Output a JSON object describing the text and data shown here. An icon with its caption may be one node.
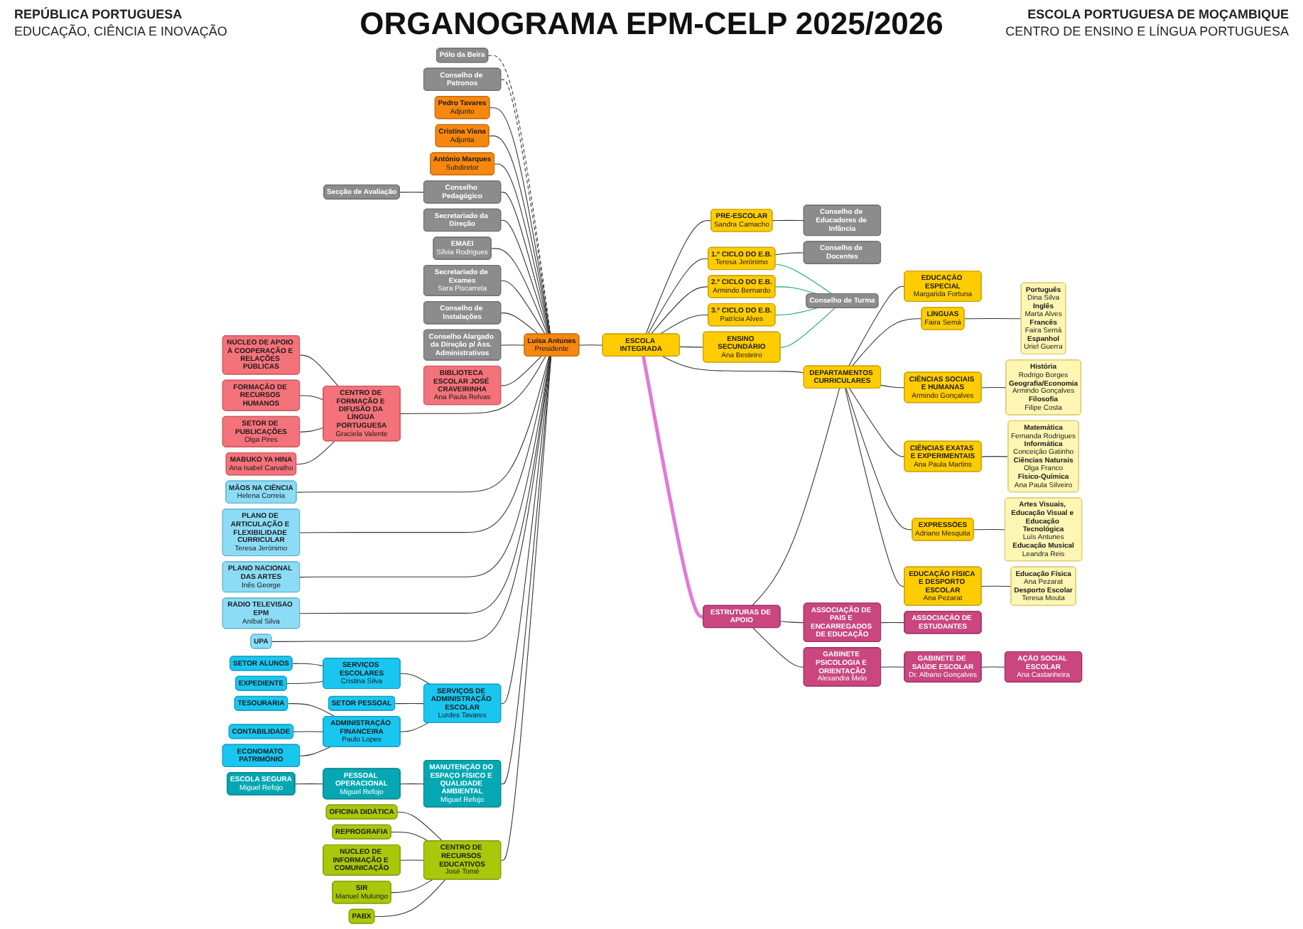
{
  "diagram": {
    "title": "ORGANOGRAMA EPM-CELP 2025/2026",
    "nodes": [
      {
        "text": [
          "Pólo da Beira"
        ]
      },
      {
        "text": [
          "Conselho de Patronos"
        ]
      },
      {
        "text": [
          "Luísa Antunes",
          "Presidente"
        ]
      },
      {
        "text": [
          "Pedro Tavares",
          "Adjunto"
        ]
      },
      {
        "text": [
          "Cristina Viana",
          "Adjunta"
        ]
      },
      {
        "text": [
          "António Marques",
          "Subdiretor"
        ]
      },
      {
        "text": [
          "Conselho Pedagógico"
        ]
      },
      {
        "text": [
          "Secção de Avaliação"
        ]
      },
      {
        "text": [
          "Secretariado da Direção"
        ]
      },
      {
        "text": [
          "EMAEI",
          "Sílvia Rodrigues"
        ]
      },
      {
        "text": [
          "Secretariado de Exames",
          "Sara Piscarreta"
        ]
      },
      {
        "text": [
          "Conselho de Instalações"
        ]
      },
      {
        "text": [
          "Conselho Alargado da Direção p/ Ass. Administrativos"
        ]
      },
      {
        "text": [
          "ESCOLA INTEGRADA"
        ]
      },
      {
        "text": [
          "PRÉ-ESCOLAR",
          "Sandra Camacho"
        ]
      },
      {
        "text": [
          "1.º CICLO DO E.B.",
          "Teresa Jerónimo"
        ]
      },
      {
        "text": [
          "2.º CICLO DO E.B.",
          "Armindo Bernardo"
        ]
      },
      {
        "text": [
          "3.º CICLO DO E.B.",
          "Patrícia Alves"
        ]
      },
      {
        "text": [
          "ENSINO SECUNDÁRIO",
          "Ana Besteiro"
        ]
      },
      {
        "text": [
          "Conselho de Educadores de Infância"
        ]
      },
      {
        "text": [
          "Conselho de Docentes"
        ]
      },
      {
        "text": [
          "Conselho de Turma"
        ]
      },
      {
        "text": [
          "BIBLIOTECA ESCOLAR JOSÉ CRAVEIRINHA",
          "Ana Paula Relvas"
        ]
      },
      {
        "text": [
          "CENTRO DE FORMAÇÃO E DIFUSÃO DA LÍNGUA PORTUGUESA",
          "Graciela Valente"
        ]
      },
      {
        "text": [
          "NÚCLEO DE APOIO À COOPERAÇÃO E RELAÇÕES PÚBLICAS"
        ]
      },
      {
        "text": [
          "FORMAÇÃO DE RECURSOS HUMANOS"
        ]
      },
      {
        "text": [
          "SETOR DE PUBLICAÇÕES",
          "Olga Pires"
        ]
      },
      {
        "text": [
          "MABUKO YA HINA",
          "Ana Isabel Carvalho"
        ]
      },
      {
        "text": [
          "MÃOS NA CIÊNCIA",
          "Helena Correia"
        ]
      },
      {
        "text": [
          "PLANO DE ARTICULAÇÃO E FLEXIBILIDADE CURRICULAR",
          "Teresa Jerónimo"
        ]
      },
      {
        "text": [
          "PLANO NACIONAL DAS ARTES",
          "Inês George"
        ]
      },
      {
        "text": [
          "RÁDIO TELEVISÃO EPM",
          "Aníbal Silva"
        ]
      },
      {
        "text": [
          "UPA"
        ]
      },
      {
        "text": [
          "DEPARTAMENTOS CURRICULARES"
        ]
      },
      {
        "text": [
          "EDUCAÇÃO ESPECIAL",
          "Margarida Fortuna"
        ]
      },
      {
        "text": [
          "LÍNGUAS",
          "Faira Semá"
        ]
      },
      {
        "text": [
          "CIÊNCIAS SOCIAIS E HUMANAS",
          "Armindo Gonçalves"
        ]
      },
      {
        "text": [
          "CIÊNCIAS EXATAS E EXPERIMENTAIS",
          "Ana Paula Martins"
        ]
      },
      {
        "text": [
          "EXPRESSÕES",
          "Adriano Mesquita"
        ]
      },
      {
        "text": [
          "EDUCAÇÃO FÍSICA E DESPORTO ESCOLAR",
          "Ana Pezarat"
        ]
      },
      {
        "text": [
          "Português",
          "Dina Silva",
          "Inglês",
          "Marta Alves",
          "Francês",
          "Faira Semá",
          "Espanhol",
          "Uriel Guerra"
        ]
      },
      {
        "text": [
          "História",
          "Rodrigo Borges",
          "Geografia/Economia",
          "Armindo Gonçalves",
          "Filosofia",
          "Filipe Costa"
        ]
      },
      {
        "text": [
          "Matemática",
          "Fernanda Rodrigues",
          "Informática",
          "Conceição Gatinho",
          "Ciências Naturais",
          "Olga Franco",
          "Físico-Química",
          "Ana Paula Silveiro"
        ]
      },
      {
        "text": [
          "Artes Visuais, Educação Visual e Educação Tecnológica",
          "Luís Antunes",
          "Educação Musical",
          "Leandra Reis"
        ]
      },
      {
        "text": [
          "Educação Física",
          "Ana Pezarat",
          "Desporto Escolar",
          "Teresa Mouta"
        ]
      },
      {
        "text": [
          "SERVIÇOS DE ADMINISTRAÇÃO ESCOLAR",
          "Lurdes Tavares"
        ]
      },
      {
        "text": [
          "SERVIÇOS ESCOLARES",
          "Cristina Silva"
        ]
      },
      {
        "text": [
          "SETOR ALUNOS"
        ]
      },
      {
        "text": [
          "EXPEDIENTE"
        ]
      },
      {
        "text": [
          "SETOR PESSOAL"
        ]
      },
      {
        "text": [
          "ADMINISTRAÇÃO FINANCEIRA",
          "Paulo Lopes"
        ]
      },
      {
        "text": [
          "TESOURARIA"
        ]
      },
      {
        "text": [
          "CONTABILIDADE"
        ]
      },
      {
        "text": [
          "ECONOMATO PATRIMÓNIO"
        ]
      },
      {
        "text": [
          "ESTRUTURAS DE APOIO"
        ]
      },
      {
        "text": [
          "ASSOCIAÇÃO DE PAIS E ENCARREGADOS DE EDUCAÇÃO"
        ]
      },
      {
        "text": [
          "GABINETE PSICOLOGIA E ORIENTAÇÃO",
          "Alexandra Melo"
        ]
      },
      {
        "text": [
          "ASSOCIAÇÃO DE ESTUDANTES"
        ]
      },
      {
        "text": [
          "GABINETE DE SAÚDE ESCOLAR",
          "Dr. Albano Gonçalves"
        ]
      },
      {
        "text": [
          "AÇÃO SOCIAL ESCOLAR",
          "Ana Castanheira"
        ]
      },
      {
        "text": [
          "MANUTENÇÃO DO ESPAÇO FÍSICO E QUALIDADE AMBIENTAL",
          "Miguel Refojo"
        ]
      },
      {
        "text": [
          "CENTRO DE RECURSOS EDUCATIVOS",
          "José Tomé"
        ]
      },
      {
        "text": [
          "PESSOAL OPERACIONAL",
          "Miguel Refojo"
        ]
      },
      {
        "text": [
          "OFICINA DIDÁTICA"
        ]
      },
      {
        "text": [
          "REPROGRAFIA"
        ]
      },
      {
        "text": [
          "ESCOLA SEGURA",
          "Miguel Refojo"
        ]
      },
      {
        "text": [
          "NÚCLEO DE INFORMAÇÃO E COMUNICAÇÃO"
        ]
      },
      {
        "text": [
          "SIR",
          "Manuel Mulungo"
        ]
      },
      {
        "text": [
          "PABX"
        ]
      }
    ],
    "edges": [
      {
        "from": 0,
        "to": 2,
        "arrow": "none",
        "style": "dashed"
      },
      {
        "from": 1,
        "to": 2,
        "arrow": "none",
        "style": "dashed"
      },
      {
        "from": 2,
        "to": 3,
        "arrow": "none"
      },
      {
        "from": 2,
        "to": 4,
        "arrow": "none"
      },
      {
        "from": 2,
        "to": 5,
        "arrow": "none"
      },
      {
        "from": 2,
        "to": 6,
        "arrow": "none"
      },
      {
        "from": 6,
        "to": 7,
        "arrow": "none"
      },
      {
        "from": 2,
        "to": 8,
        "arrow": "none"
      },
      {
        "from": 2,
        "to": 9,
        "arrow": "none"
      },
      {
        "from": 2,
        "to": 10,
        "arrow": "none"
      },
      {
        "from": 2,
        "to": 11,
        "arrow": "none"
      },
      {
        "from": 2,
        "to": 12,
        "arrow": "none"
      },
      {
        "from": 2,
        "to": 13,
        "arrow": "none"
      },
      {
        "from": 13,
        "to": 14,
        "arrow": "none"
      },
      {
        "from": 13,
        "to": 15,
        "arrow": "none"
      },
      {
        "from": 13,
        "to": 16,
        "arrow": "none"
      },
      {
        "from": 13,
        "to": 17,
        "arrow": "none"
      },
      {
        "from": 13,
        "to": 18,
        "arrow": "none"
      },
      {
        "from": 14,
        "to": 19,
        "arrow": "none"
      },
      {
        "from": 15,
        "to": 20,
        "arrow": "none"
      },
      {
        "from": 15,
        "to": 21,
        "arrow": "none",
        "color": "#1aa673"
      },
      {
        "from": 16,
        "to": 21,
        "arrow": "none",
        "color": "#1aa673"
      },
      {
        "from": 17,
        "to": 21,
        "arrow": "none",
        "color": "#1aa673"
      },
      {
        "from": 18,
        "to": 21,
        "arrow": "none",
        "color": "#1aa673"
      },
      {
        "from": 2,
        "to": 22,
        "arrow": "none"
      },
      {
        "from": 2,
        "to": 23,
        "arrow": "none"
      },
      {
        "from": 23,
        "to": 24,
        "arrow": "none"
      },
      {
        "from": 23,
        "to": 25,
        "arrow": "none"
      },
      {
        "from": 23,
        "to": 26,
        "arrow": "none"
      },
      {
        "from": 23,
        "to": 27,
        "arrow": "none"
      },
      {
        "from": 2,
        "to": 28,
        "arrow": "none"
      },
      {
        "from": 2,
        "to": 29,
        "arrow": "none"
      },
      {
        "from": 2,
        "to": 30,
        "arrow": "none"
      },
      {
        "from": 2,
        "to": 31,
        "arrow": "none"
      },
      {
        "from": 2,
        "to": 32,
        "arrow": "none"
      },
      {
        "from": 13,
        "to": 33,
        "arrow": "none"
      },
      {
        "from": 33,
        "to": 34,
        "arrow": "none"
      },
      {
        "from": 33,
        "to": 35,
        "arrow": "none"
      },
      {
        "from": 33,
        "to": 36,
        "arrow": "none"
      },
      {
        "from": 33,
        "to": 37,
        "arrow": "none"
      },
      {
        "from": 33,
        "to": 38,
        "arrow": "none"
      },
      {
        "from": 33,
        "to": 39,
        "arrow": "none"
      },
      {
        "from": 35,
        "to": 40,
        "arrow": "none"
      },
      {
        "from": 36,
        "to": 41,
        "arrow": "none"
      },
      {
        "from": 37,
        "to": 42,
        "arrow": "none"
      },
      {
        "from": 38,
        "to": 43,
        "arrow": "none"
      },
      {
        "from": 39,
        "to": 44,
        "arrow": "none"
      },
      {
        "from": 2,
        "to": 45,
        "arrow": "none"
      },
      {
        "from": 45,
        "to": 46,
        "arrow": "none"
      },
      {
        "from": 46,
        "to": 47,
        "arrow": "none"
      },
      {
        "from": 46,
        "to": 48,
        "arrow": "none"
      },
      {
        "from": 45,
        "to": 49,
        "arrow": "none"
      },
      {
        "from": 45,
        "to": 50,
        "arrow": "none"
      },
      {
        "from": 50,
        "to": 51,
        "arrow": "none"
      },
      {
        "from": 50,
        "to": 52,
        "arrow": "none"
      },
      {
        "from": 50,
        "to": 53,
        "arrow": "none"
      },
      {
        "from": 13,
        "to": 54,
        "arrow": "none",
        "style": "thick",
        "color": "#e27ad6"
      },
      {
        "from": 33,
        "to": 54,
        "arrow": "none"
      },
      {
        "from": 54,
        "to": 55,
        "arrow": "none"
      },
      {
        "from": 54,
        "to": 56,
        "arrow": "none"
      },
      {
        "from": 55,
        "to": 57,
        "arrow": "none"
      },
      {
        "from": 56,
        "to": 58,
        "arrow": "none"
      },
      {
        "from": 58,
        "to": 59,
        "arrow": "none"
      },
      {
        "from": 2,
        "to": 60,
        "arrow": "none"
      },
      {
        "from": 2,
        "to": 61,
        "arrow": "none"
      },
      {
        "from": 60,
        "to": 62,
        "arrow": "none"
      },
      {
        "from": 62,
        "to": 65,
        "arrow": "none"
      },
      {
        "from": 61,
        "to": 63,
        "arrow": "none"
      },
      {
        "from": 61,
        "to": 64,
        "arrow": "none"
      },
      {
        "from": 61,
        "to": 66,
        "arrow": "none"
      },
      {
        "from": 61,
        "to": 67,
        "arrow": "none"
      },
      {
        "from": 61,
        "to": 68,
        "arrow": "none"
      }
    ],
    "labels": [
      "REPÚBLICA PORTUGUESA",
      "EDUCAÇÃO, CIÊNCIA E INOVAÇÃO",
      "ESCOLA PORTUGUESA DE MOÇAMBIQUE",
      "CENTRO DE ENSINO E LÍNGUA PORTUGUESA"
    ]
  }
}
